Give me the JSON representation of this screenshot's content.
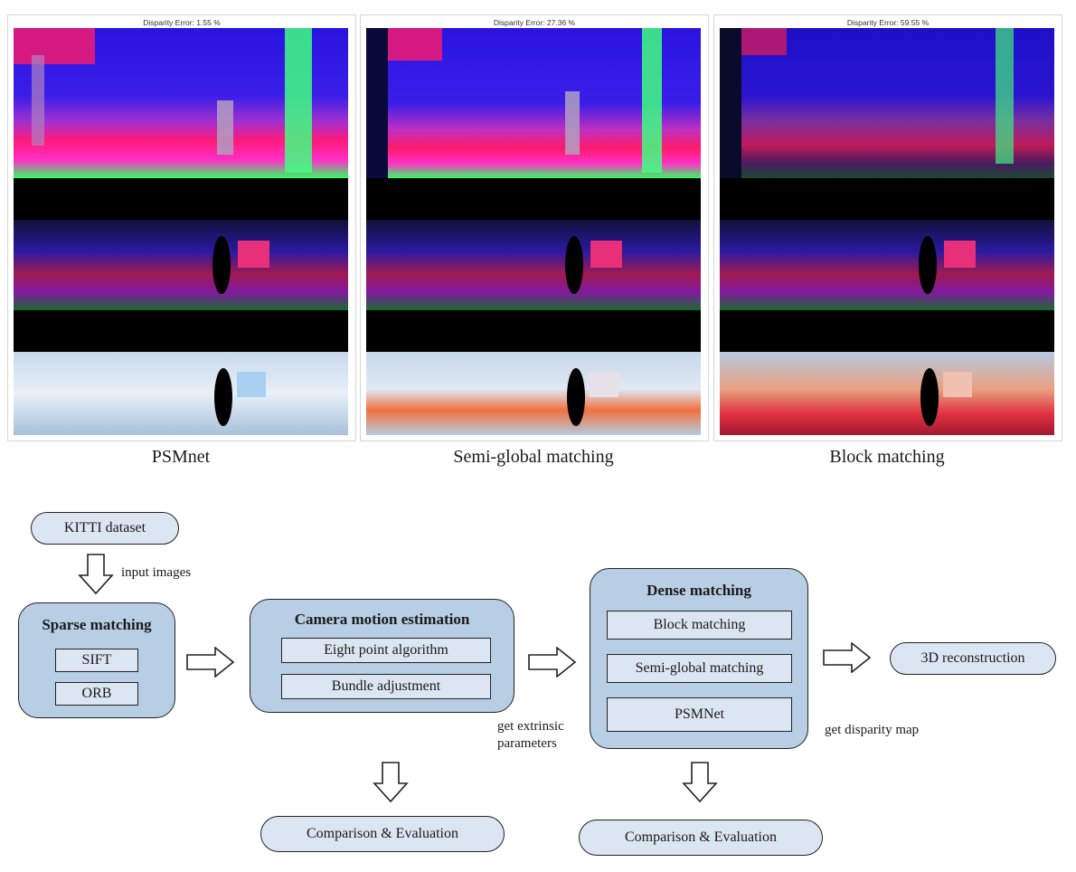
{
  "panels": [
    {
      "error_label": "Disparity Error: 1.55 %",
      "method": "PSMnet"
    },
    {
      "error_label": "Disparity Error: 27.36 %",
      "method": "Semi-global matching"
    },
    {
      "error_label": "Disparity Error: 59.55 %",
      "method": "Block matching"
    }
  ],
  "flow": {
    "dataset": "KITTI dataset",
    "input_label": "input images",
    "sparse": {
      "title": "Sparse matching",
      "items": [
        "SIFT",
        "ORB"
      ]
    },
    "motion": {
      "title": "Camera motion estimation",
      "items": [
        "Eight point algorithm",
        "Bundle adjustment"
      ]
    },
    "extrinsic_label": "get extrinsic parameters",
    "extrinsic_line1": "get extrinsic",
    "extrinsic_line2": "parameters",
    "dense": {
      "title": "Dense matching",
      "items": [
        "Block matching",
        "Semi-global matching",
        "PSMNet"
      ]
    },
    "disparity_label": "get disparity map",
    "reconstruction": "3D reconstruction",
    "evaluation_1": "Comparison & Evaluation",
    "evaluation_2": "Comparison & Evaluation"
  },
  "colors": {
    "pill_fill": "#dce6f2",
    "block_fill": "#b8cee4",
    "map_blue": "#1a10d8",
    "map_magenta": "#ff1a8a",
    "map_green": "#22ff55",
    "map_black": "#000000"
  }
}
